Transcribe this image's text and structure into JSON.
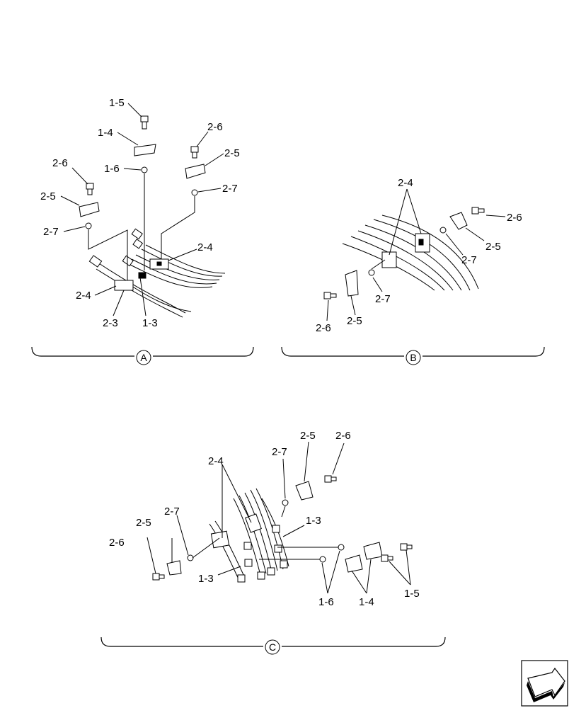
{
  "views": {
    "A": {
      "caption": "A",
      "labels": {
        "l1_5": "1-5",
        "l1_4": "1-4",
        "l1_6": "1-6",
        "l2_6a": "2-6",
        "l2_5a": "2-5",
        "l2_7a": "2-7",
        "l2_6b": "2-6",
        "l2_5b": "2-5",
        "l2_7b": "2-7",
        "l2_4a": "2-4",
        "l2_4b": "2-4",
        "l2_3": "2-3",
        "l1_3": "1-3"
      }
    },
    "B": {
      "caption": "B",
      "labels": {
        "l2_4": "2-4",
        "l2_6a": "2-6",
        "l2_5a": "2-5",
        "l2_7a": "2-7",
        "l2_7b": "2-7",
        "l2_6b": "2-6",
        "l2_5b": "2-5"
      }
    },
    "C": {
      "caption": "C",
      "labels": {
        "l2_5a": "2-5",
        "l2_6a": "2-6",
        "l2_7a": "2-7",
        "l2_4": "2-4",
        "l1_3a": "1-3",
        "l2_5b": "2-5",
        "l2_7b": "2-7",
        "l2_6b": "2-6",
        "l1_3b": "1-3",
        "l1_6": "1-6",
        "l1_4": "1-4",
        "l1_5": "1-5"
      }
    }
  },
  "nav_icon": "navigation-arrow-icon"
}
